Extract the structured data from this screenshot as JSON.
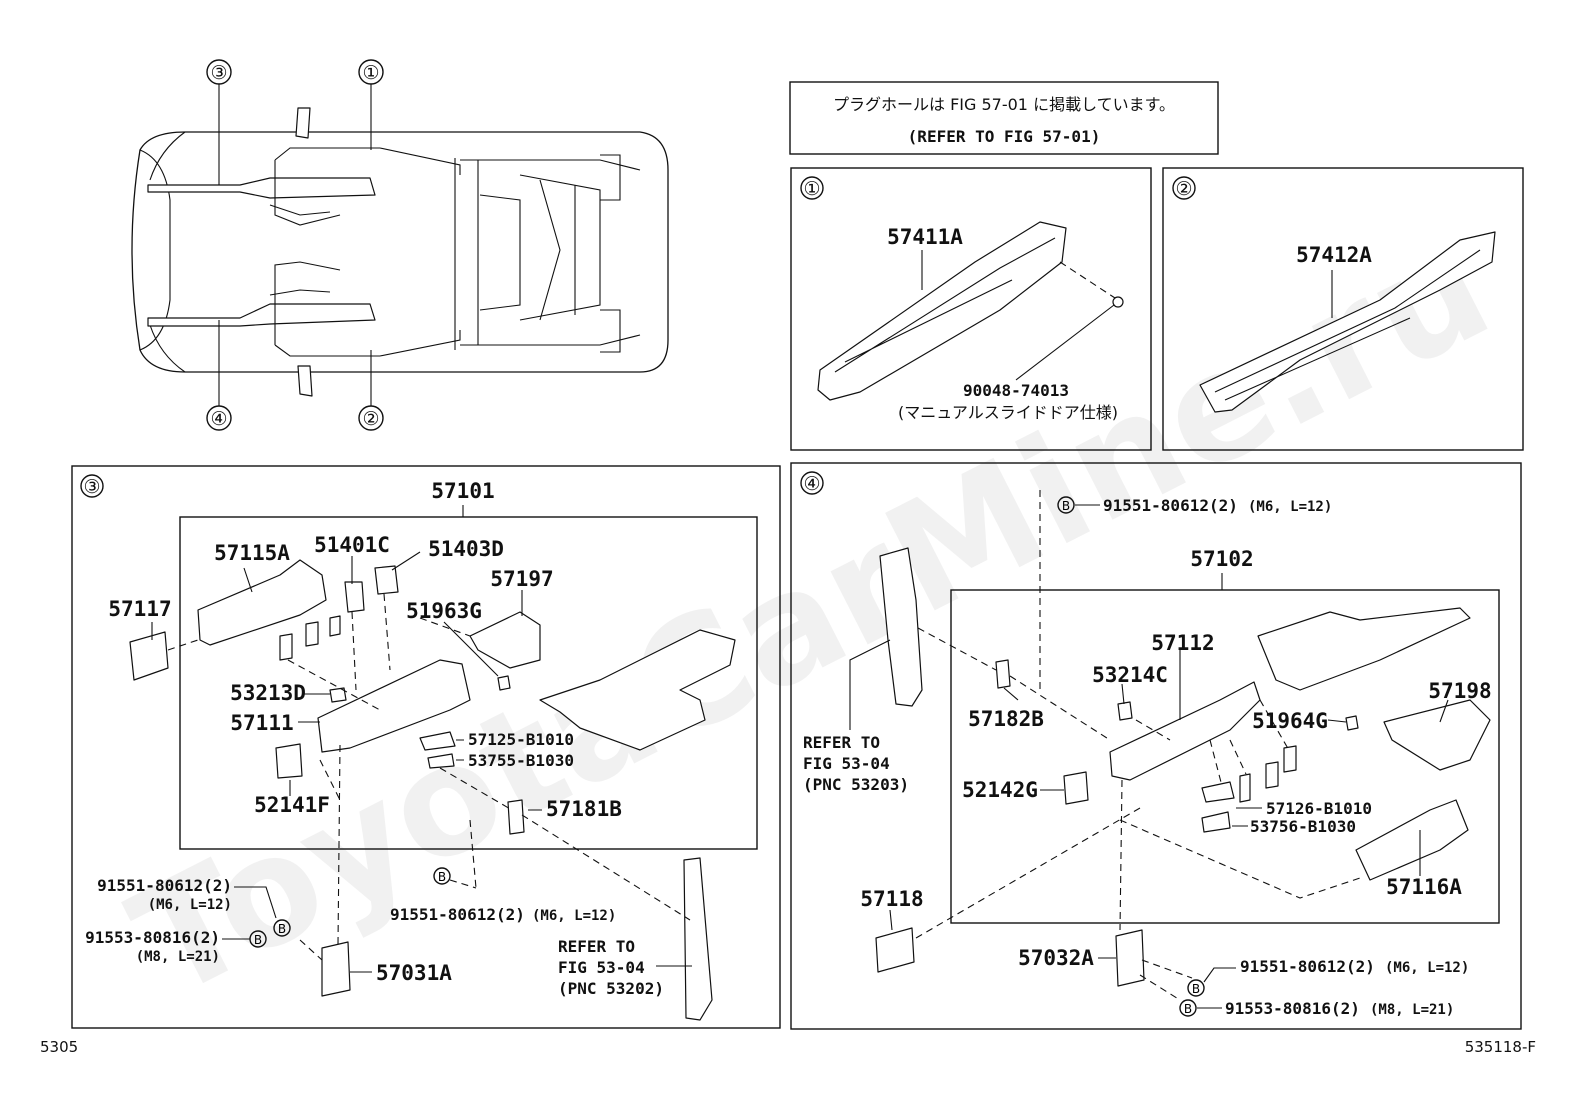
{
  "note": {
    "line1": "プラグホールは FIG 57-01 に掲載しています。",
    "line2": "(REFER TO FIG 57-01)"
  },
  "callouts": [
    "①",
    "②",
    "③",
    "④"
  ],
  "watermark": "ToyotaCarMine.ru",
  "panel1": {
    "label": "①",
    "parts": {
      "p57411A": "57411A",
      "p90048": "90048-74013"
    },
    "spec": "(マニュアルスライドドア仕様)"
  },
  "panel2": {
    "label": "②",
    "parts": {
      "p57412A": "57412A"
    }
  },
  "panel3": {
    "label": "③",
    "assembly": "57101",
    "parts": {
      "p57115A": "57115A",
      "p51401C": "51401C",
      "p51403D": "51403D",
      "p57197": "57197",
      "p57117": "57117",
      "p51963G": "51963G",
      "p53213D": "53213D",
      "p57111": "57111",
      "p57125": "57125-B1010",
      "p53755": "53755-B1030",
      "p52141F": "52141F",
      "p57181B": "57181B",
      "p57031A": "57031A"
    },
    "bolts": {
      "b1_part": "91551-80612(2)",
      "b1_spec": "(M6, L=12)",
      "b2_part": "91553-80816(2)",
      "b2_spec": "(M8, L=21)",
      "b3_part": "91551-80612(2)",
      "b3_spec": "(M6, L=12)",
      "marker": "B"
    },
    "refer": {
      "line1": "REFER TO",
      "line2": "FIG 53-04",
      "line3": "(PNC 53202)"
    }
  },
  "panel4": {
    "label": "④",
    "assembly": "57102",
    "parts": {
      "p57112": "57112",
      "p53214C": "53214C",
      "p57182B": "57182B",
      "p51964G": "51964G",
      "p57198": "57198",
      "p52142G": "52142G",
      "p57126": "57126-B1010",
      "p53756": "53756-B1030",
      "p57116A": "57116A",
      "p57118": "57118",
      "p57032A": "57032A"
    },
    "bolts": {
      "top_part": "91551-80612(2)",
      "top_spec": "(M6, L=12)",
      "b1_part": "91551-80612(2)",
      "b1_spec": "(M6, L=12)",
      "b2_part": "91553-80816(2)",
      "b2_spec": "(M8, L=21)",
      "marker": "B"
    },
    "refer": {
      "line1": "REFER TO",
      "line2": "FIG 53-04",
      "line3": "(PNC 53203)"
    }
  },
  "footer": {
    "left": "5305",
    "right": "535118-F"
  }
}
